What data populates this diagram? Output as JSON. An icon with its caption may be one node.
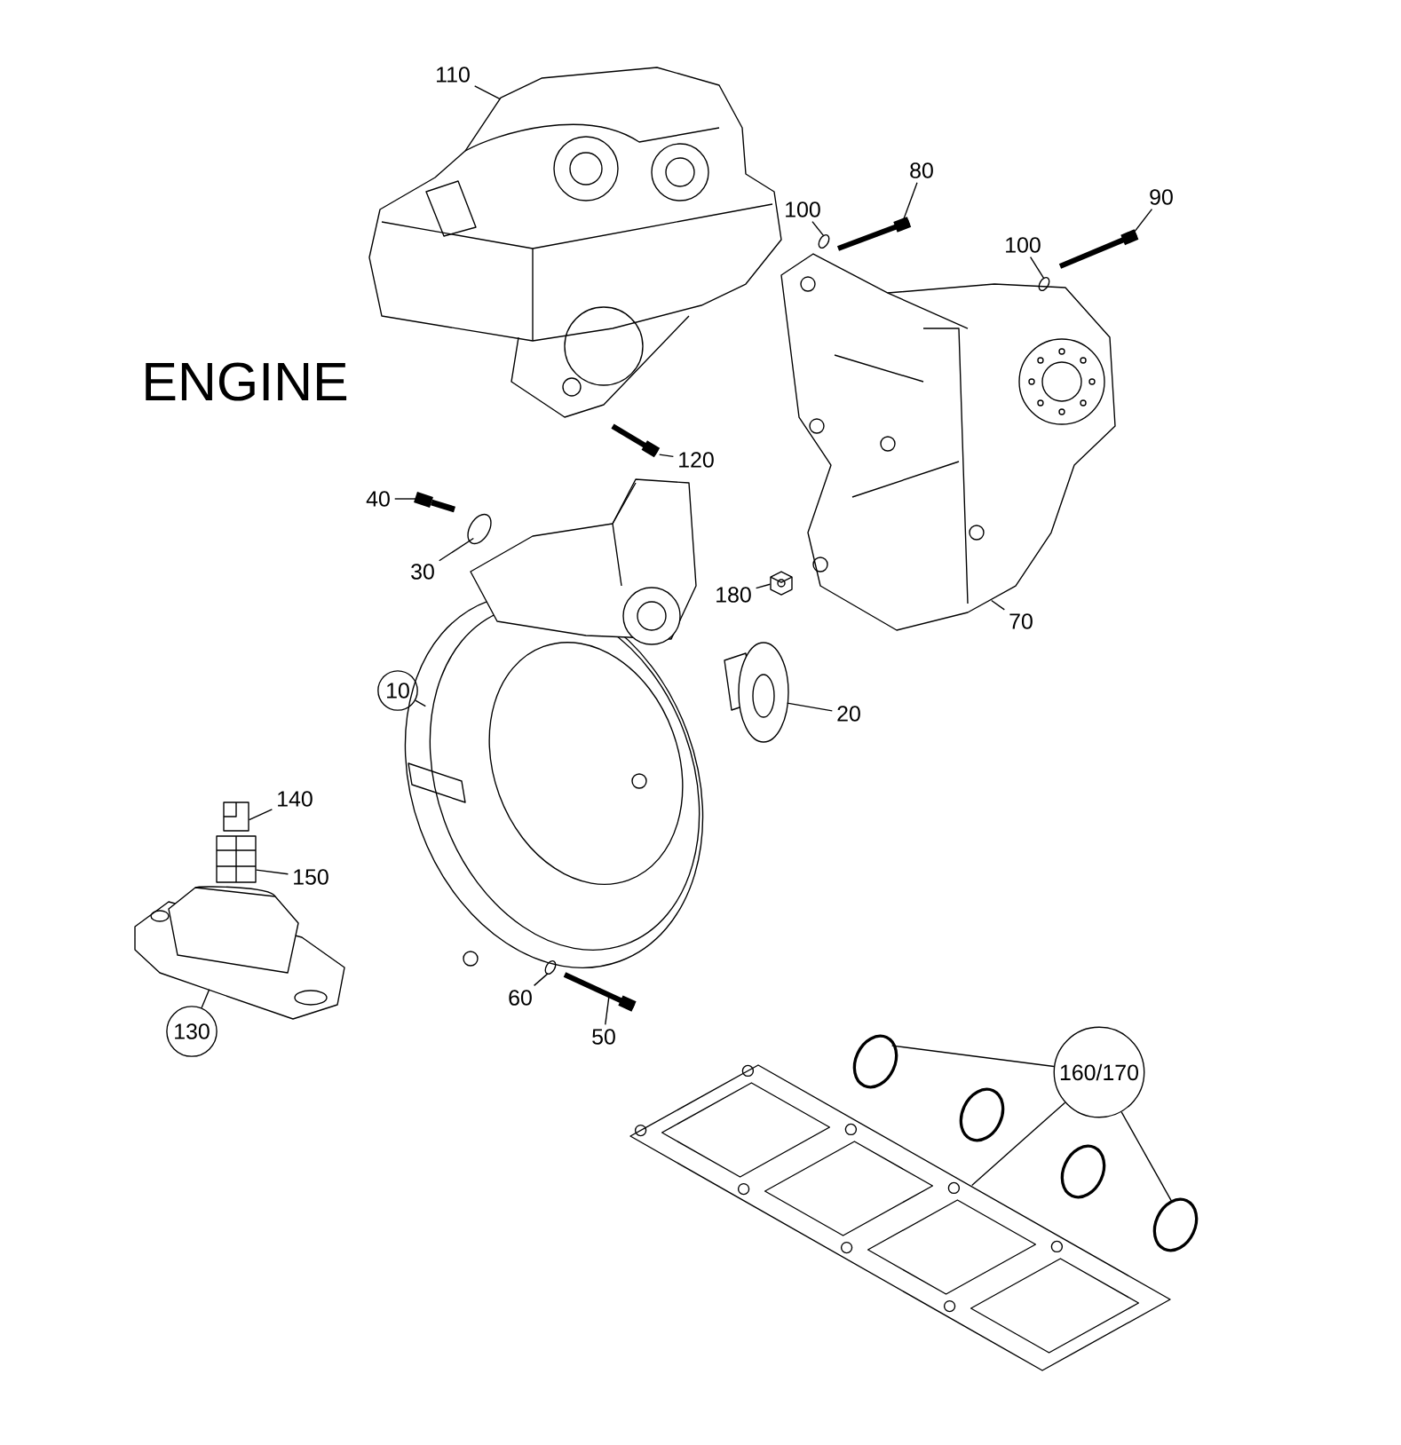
{
  "diagram": {
    "title": "ENGINE",
    "nodes": [
      {
        "text": [
          "110"
        ]
      },
      {
        "text": [
          "100"
        ]
      },
      {
        "text": [
          "80"
        ]
      },
      {
        "text": [
          "100"
        ]
      },
      {
        "text": [
          "90"
        ]
      },
      {
        "text": [
          "120"
        ]
      },
      {
        "text": [
          "40"
        ]
      },
      {
        "text": [
          "30"
        ]
      },
      {
        "text": [
          "180"
        ]
      },
      {
        "text": [
          "70"
        ]
      },
      {
        "text": [
          "10"
        ]
      },
      {
        "text": [
          "20"
        ]
      },
      {
        "text": [
          "140"
        ]
      },
      {
        "text": [
          "150"
        ]
      },
      {
        "text": [
          "130"
        ]
      },
      {
        "text": [
          "60"
        ]
      },
      {
        "text": [
          "50"
        ]
      },
      {
        "text": [
          "160/170"
        ]
      },
      {
        "text": [],
        "shape": "picture"
      },
      {
        "text": [],
        "shape": "picture"
      },
      {
        "text": [],
        "shape": "picture"
      },
      {
        "text": [],
        "shape": "picture"
      },
      {
        "text": [],
        "shape": "picture"
      },
      {
        "text": [],
        "shape": "picture"
      },
      {
        "text": [],
        "shape": "picture"
      },
      {
        "text": [],
        "shape": "picture"
      },
      {
        "text": [],
        "shape": "picture"
      },
      {
        "text": [],
        "shape": "picture"
      },
      {
        "text": [],
        "shape": "picture"
      },
      {
        "text": [],
        "shape": "picture"
      },
      {
        "text": [],
        "shape": "picture"
      },
      {
        "text": [],
        "shape": "picture"
      },
      {
        "text": [],
        "shape": "picture"
      },
      {
        "text": [],
        "shape": "picture"
      },
      {
        "text": [],
        "shape": "picture"
      },
      {
        "text": [],
        "shape": "circle"
      },
      {
        "text": [],
        "shape": "circle"
      },
      {
        "text": [],
        "shape": "circle"
      },
      {
        "text": [],
        "shape": "circle"
      },
      {
        "text": [],
        "shape": "picture"
      }
    ],
    "edges": [
      {
        "from": 0,
        "to": 18,
        "arrow": "none"
      },
      {
        "from": 1,
        "to": 19,
        "arrow": "none"
      },
      {
        "from": 2,
        "to": 20,
        "arrow": "none"
      },
      {
        "from": 3,
        "to": 21,
        "arrow": "none"
      },
      {
        "from": 4,
        "to": 22,
        "arrow": "none"
      },
      {
        "from": 5,
        "to": 23,
        "arrow": "none"
      },
      {
        "from": 6,
        "to": 24,
        "arrow": "none"
      },
      {
        "from": 7,
        "to": 25,
        "arrow": "none"
      },
      {
        "from": 8,
        "to": 26,
        "arrow": "none"
      },
      {
        "from": 9,
        "to": 27,
        "arrow": "none"
      },
      {
        "from": 10,
        "to": 28,
        "arrow": "none"
      },
      {
        "from": 11,
        "to": 29,
        "arrow": "none"
      },
      {
        "from": 12,
        "to": 30,
        "arrow": "none"
      },
      {
        "from": 13,
        "to": 31,
        "arrow": "none"
      },
      {
        "from": 14,
        "to": 32,
        "arrow": "none"
      },
      {
        "from": 15,
        "to": 33,
        "arrow": "none"
      },
      {
        "from": 16,
        "to": 34,
        "arrow": "none"
      },
      {
        "from": 17,
        "to": 35,
        "arrow": "none"
      },
      {
        "from": 17,
        "to": 39,
        "arrow": "none"
      },
      {
        "from": 17,
        "to": 38,
        "arrow": "none"
      }
    ]
  }
}
